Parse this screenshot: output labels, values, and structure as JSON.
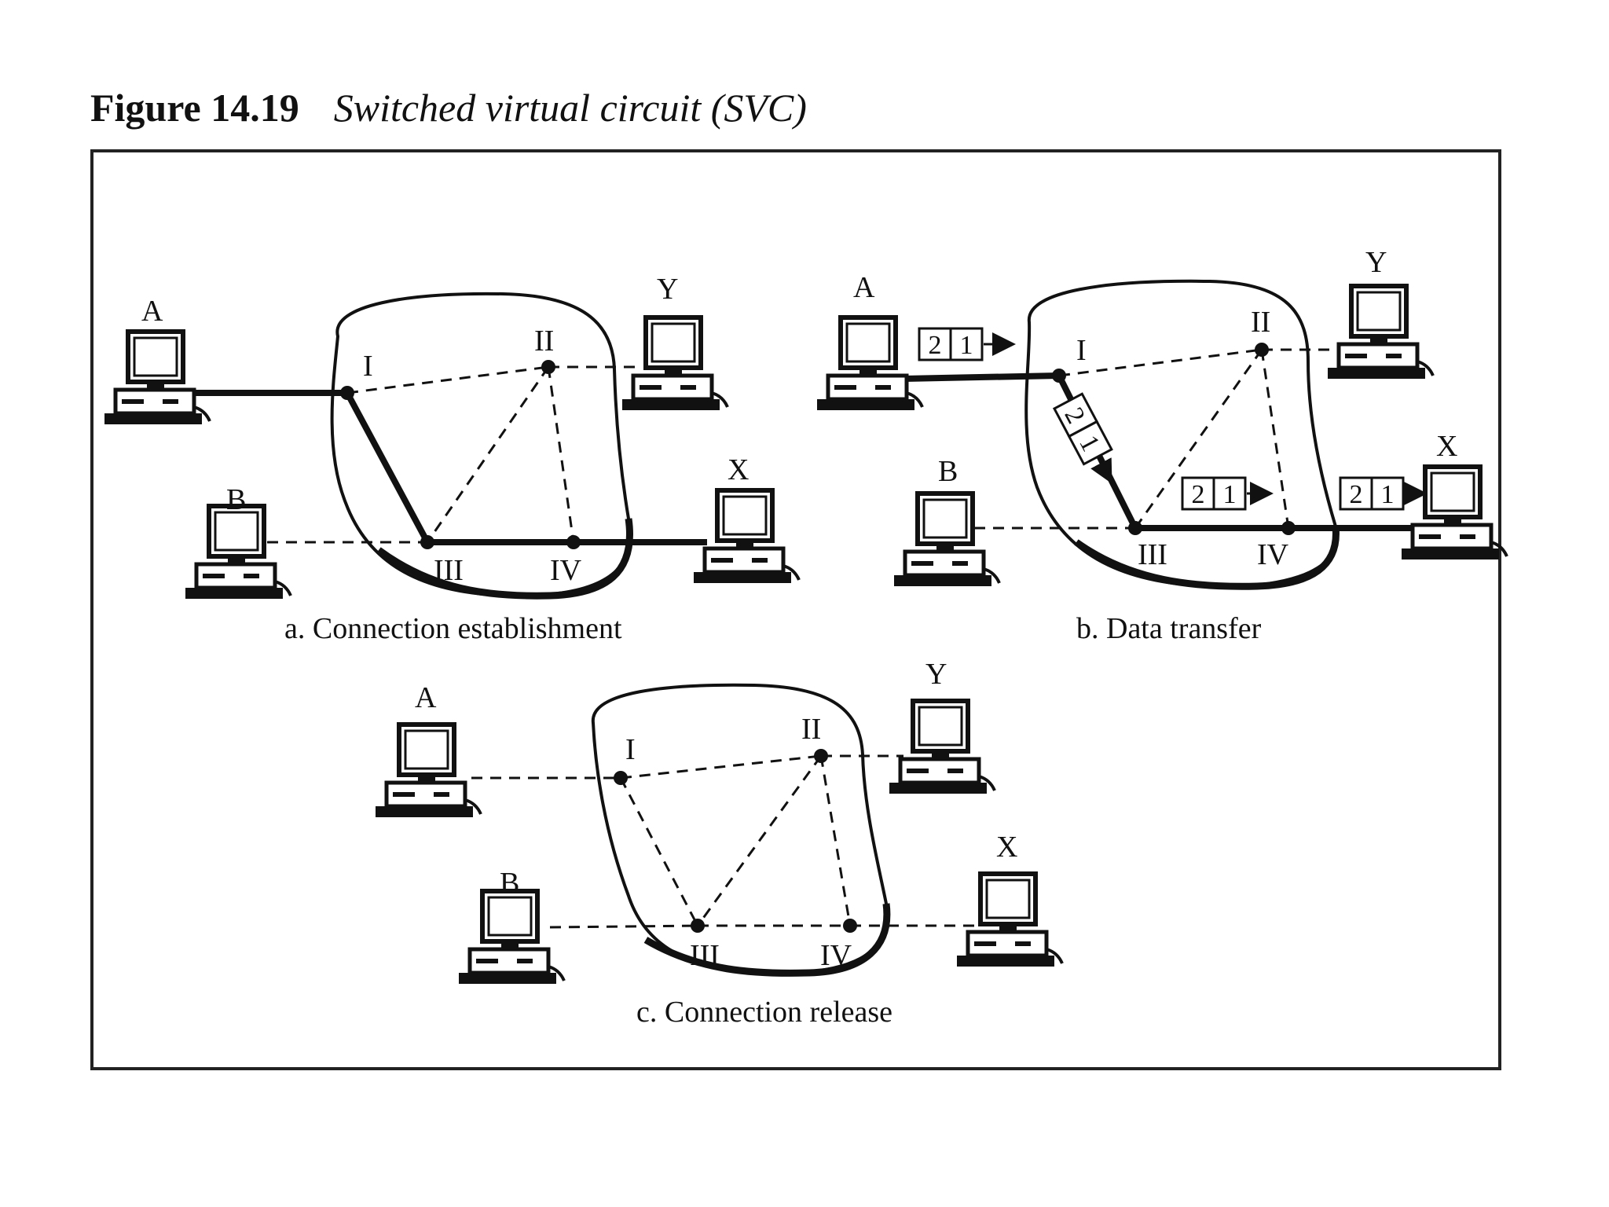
{
  "figure": {
    "number": "Figure 14.19",
    "caption": "Switched virtual circuit (SVC)"
  },
  "panels": [
    {
      "id": "a",
      "caption": "a. Connection establishment",
      "hosts": {
        "A": "A",
        "B": "B",
        "X": "X",
        "Y": "Y"
      },
      "nodes": {
        "I": "I",
        "II": "II",
        "III": "III",
        "IV": "IV"
      }
    },
    {
      "id": "b",
      "caption": "b. Data transfer",
      "hosts": {
        "A": "A",
        "B": "B",
        "X": "X",
        "Y": "Y"
      },
      "nodes": {
        "I": "I",
        "II": "II",
        "III": "III",
        "IV": "IV"
      },
      "packets": [
        "2",
        "1"
      ]
    },
    {
      "id": "c",
      "caption": "c. Connection release",
      "hosts": {
        "A": "A",
        "B": "B",
        "X": "X",
        "Y": "Y"
      },
      "nodes": {
        "I": "I",
        "II": "II",
        "III": "III",
        "IV": "IV"
      }
    }
  ]
}
